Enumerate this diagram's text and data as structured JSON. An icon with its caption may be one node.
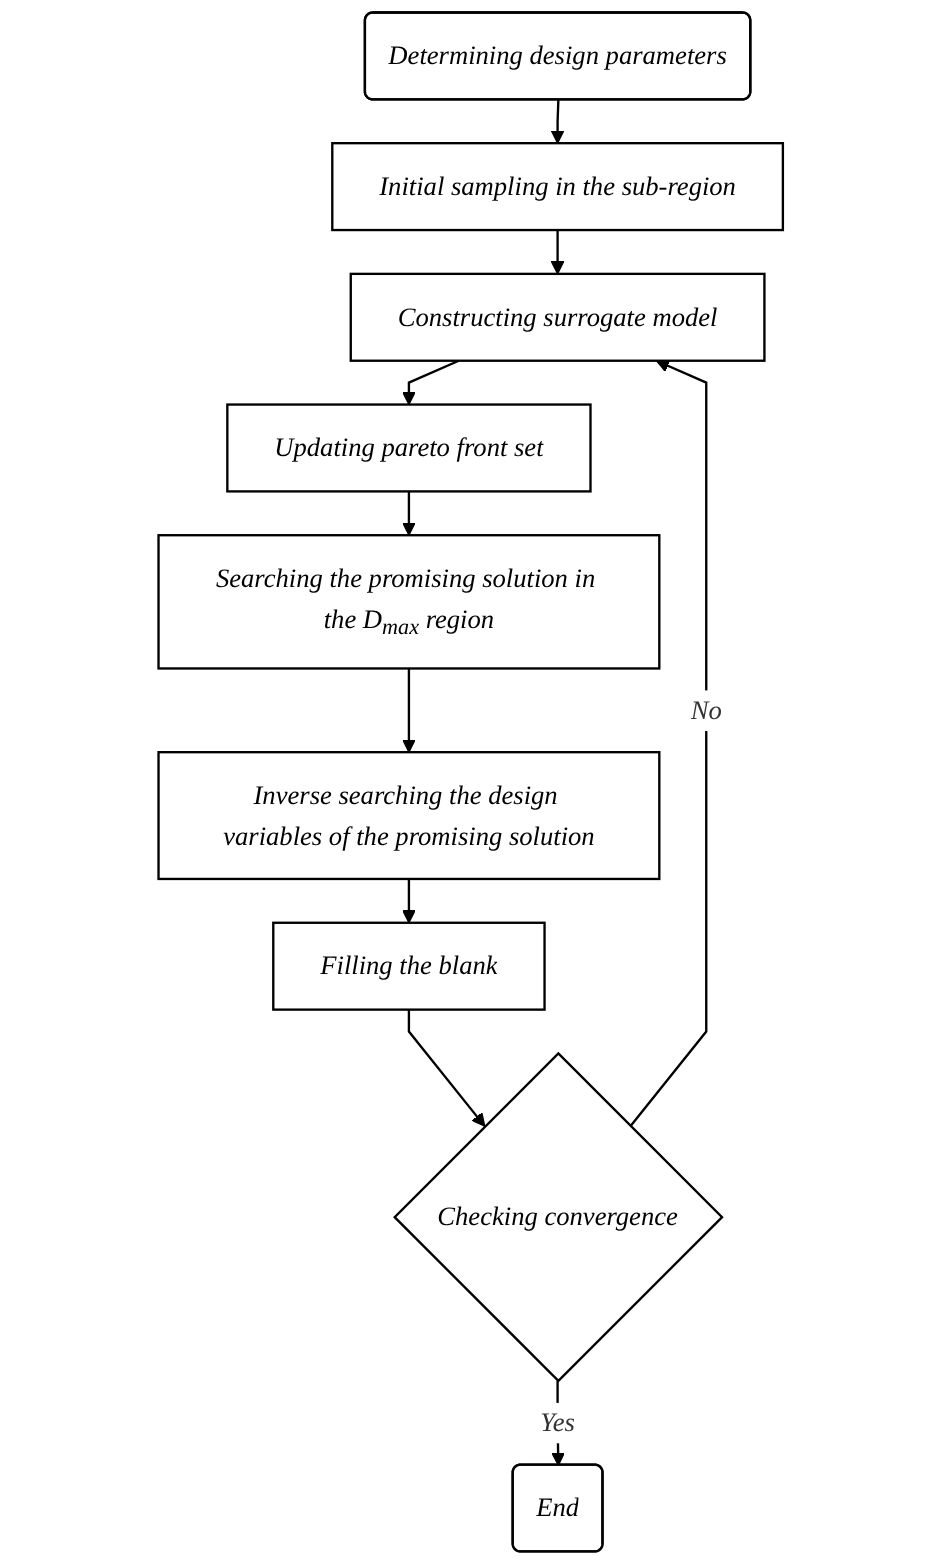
{
  "diagram": {
    "nodes": [
      {
        "text": [
          "Determining design parameters"
        ]
      },
      {
        "text": [
          "Initial sampling in the sub-region"
        ]
      },
      {
        "text": [
          "Constructing surrogate model"
        ]
      },
      {
        "text": [
          "Updating pareto front set"
        ]
      },
      {
        "text": [
          "Searching the promising solution in the D$_{max}$ region"
        ]
      },
      {
        "text": [
          "Inverse searching the design variables of the promising solution"
        ]
      },
      {
        "text": [
          "Filling the blank"
        ]
      },
      {
        "text": [
          "Checking convergence"
        ]
      },
      {
        "text": [
          "End"
        ]
      }
    ],
    "edges": [
      {
        "from": 0,
        "to": 1,
        "arrow": "to"
      },
      {
        "from": 1,
        "to": 2,
        "arrow": "to"
      },
      {
        "from": 2,
        "to": 3,
        "arrow": "to"
      },
      {
        "from": 3,
        "to": 4,
        "arrow": "to"
      },
      {
        "from": 4,
        "to": 5,
        "arrow": "to"
      },
      {
        "from": 5,
        "to": 6,
        "arrow": "to"
      },
      {
        "from": 6,
        "to": 7,
        "arrow": "to"
      },
      {
        "from": 7,
        "to": 2,
        "label": "No",
        "arrow": "to"
      },
      {
        "from": 7,
        "to": 8,
        "label": "Yes",
        "arrow": "to"
      }
    ]
  }
}
